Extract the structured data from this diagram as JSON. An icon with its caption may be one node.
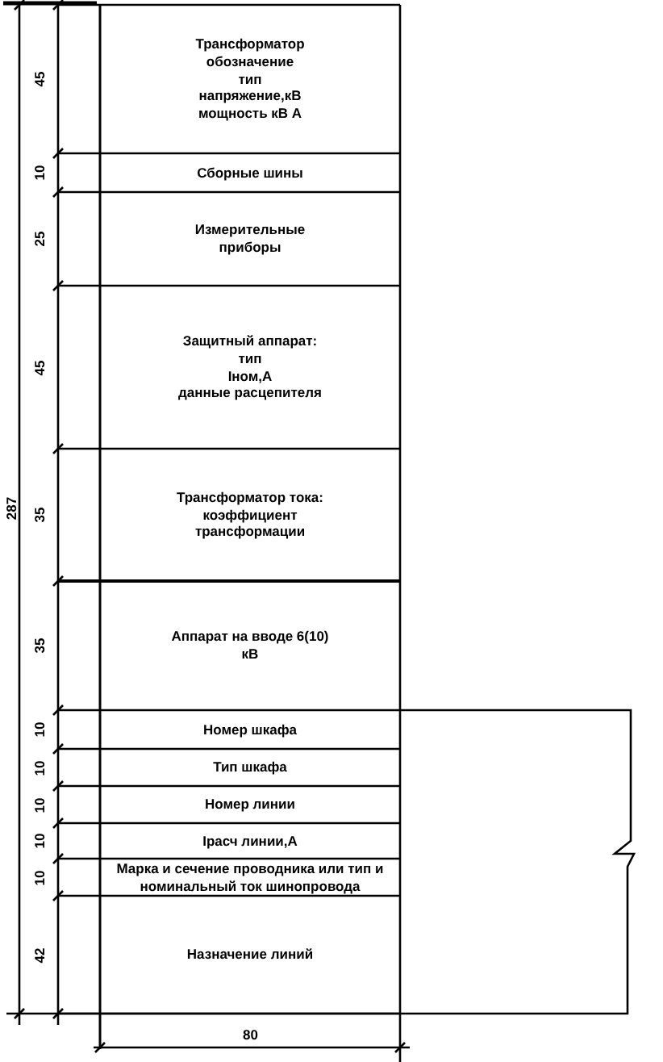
{
  "diagram": {
    "nodes": [
      {
        "text": [
          "Трансформатор",
          "обозначение",
          "тип",
          "напряжение,кВ",
          "мощность кВ А"
        ]
      },
      {
        "text": [
          "Сборные шины"
        ]
      },
      {
        "text": [
          "Измерительные приборы"
        ]
      },
      {
        "text": [
          "Защитный аппарат:",
          "тип",
          "Iном,А",
          "данные расцепителя"
        ]
      },
      {
        "text": [
          "Трансформатор тока:",
          "коэффициент трансформации"
        ]
      },
      {
        "text": [
          "Аппарат на вводе 6(10) кВ"
        ]
      },
      {
        "text": [
          "Номер шкафа"
        ]
      },
      {
        "text": [
          "Тип шкафа"
        ]
      },
      {
        "text": [
          "Номер линии"
        ]
      },
      {
        "text": [
          "Iрасч линии,А"
        ]
      },
      {
        "text": [
          "Марка и сечение проводника или тип и номинальный ток шинопровода"
        ]
      },
      {
        "text": [
          "Назначение линий"
        ]
      }
    ],
    "labels": [
      "45",
      "10",
      "25",
      "45",
      "35",
      "35",
      "10",
      "10",
      "10",
      "10",
      "10",
      "42",
      "287",
      "80"
    ]
  }
}
